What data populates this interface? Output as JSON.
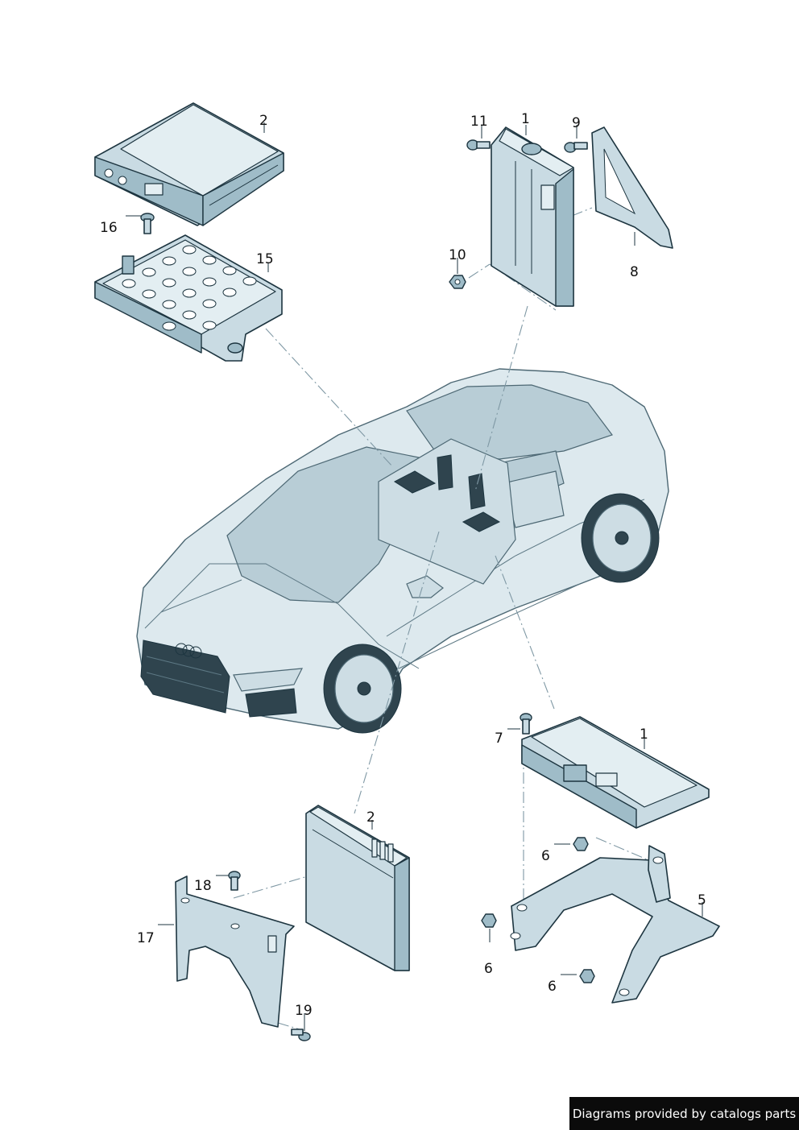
{
  "callouts": {
    "c1_top": "1",
    "c2_top": "2",
    "c8": "8",
    "c9": "9",
    "c10": "10",
    "c11": "11",
    "c15": "15",
    "c16": "16",
    "c1_bottom": "1",
    "c2_bottom": "2",
    "c5": "5",
    "c6_a": "6",
    "c6_b": "6",
    "c6_c": "6",
    "c7": "7",
    "c17": "17",
    "c18": "18",
    "c19": "19"
  },
  "footer": {
    "text": "Diagrams provided by catalogs parts"
  }
}
